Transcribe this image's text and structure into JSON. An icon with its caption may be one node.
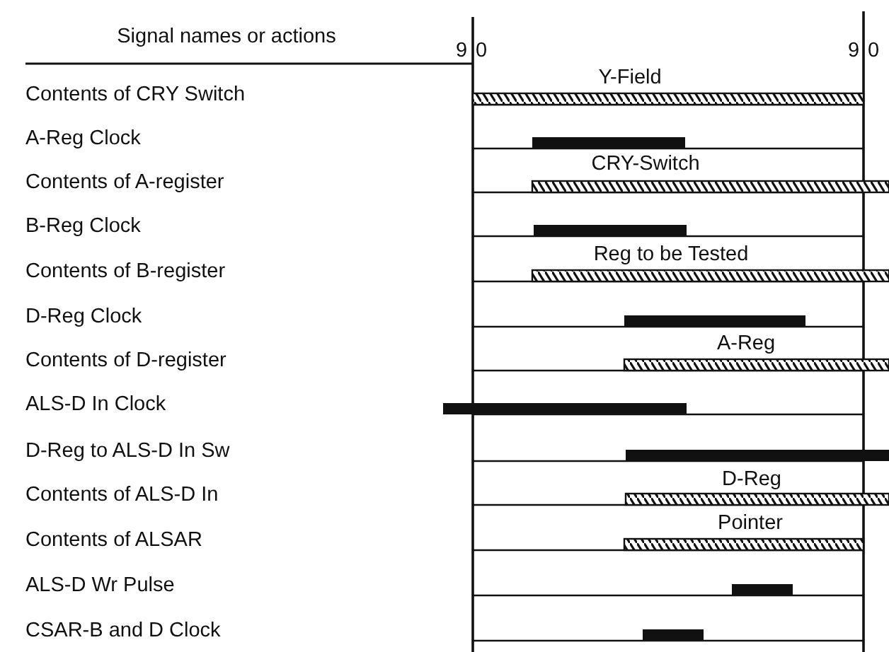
{
  "diagram": {
    "labels": [
      "Signal names or actions",
      "9",
      "0",
      "9",
      "0",
      "Contents of CRY Switch",
      "Y-Field",
      "A-Reg Clock",
      "Contents of A-register",
      "CRY-Switch",
      "B-Reg Clock",
      "Contents of B-register",
      "Reg to be Tested",
      "D-Reg Clock",
      "Contents of D-register",
      "A-Reg",
      "ALS-D In Clock",
      "D-Reg to ALS-D In Sw",
      "Contents of ALS-D In",
      "D-Reg",
      "Contents of ALSAR",
      "Pointer",
      "ALS-D Wr Pulse",
      "CSAR-B and D Clock"
    ]
  }
}
